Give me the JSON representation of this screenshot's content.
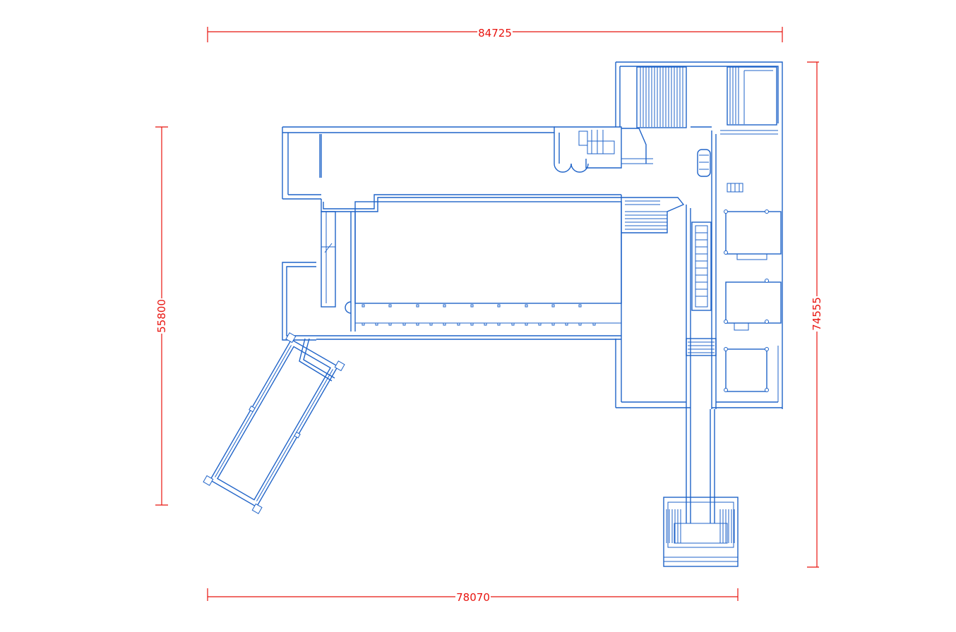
{
  "dimensions": {
    "top": "84725",
    "bottom": "78070",
    "left": "55800",
    "right": "74555"
  },
  "colors": {
    "wall": "#1f63c8",
    "dimension": "#e8140f",
    "background": "#ffffff"
  }
}
